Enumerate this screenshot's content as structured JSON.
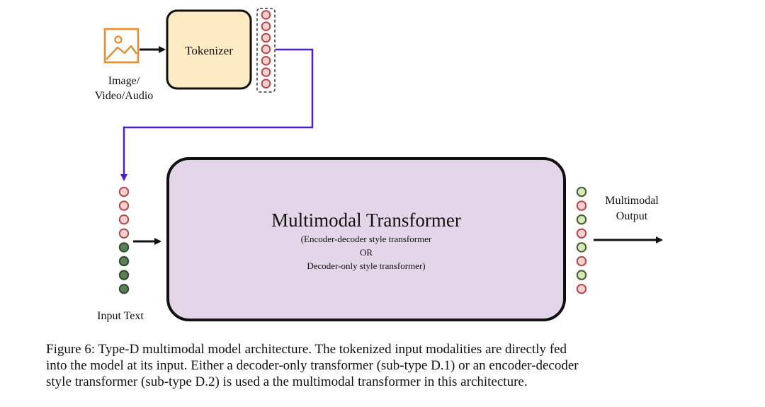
{
  "diagram": {
    "tokenizer_label": "Tokenizer",
    "modality_label_line1": "Image/",
    "modality_label_line2": "Video/Audio",
    "transformer_title": "Multimodal Transformer",
    "transformer_sub1": "(Encoder-decoder style transformer",
    "transformer_sub2": "OR",
    "transformer_sub3": "Decoder-only style transformer)",
    "output_label_line1": "Multimodal",
    "output_label_line2": "Output",
    "input_label": "Input Text",
    "icons": [
      "image-icon"
    ],
    "colors": {
      "tokenizer_fill": "#fdecc3",
      "transformer_fill": "#e4d5e8",
      "token_red": "#f4d1d1",
      "token_red_stroke": "#b5484a",
      "token_green_dark": "#5c7e56",
      "token_green_light": "#d6e9b4",
      "connector": "#4b1ed6",
      "icon_orange": "#e98b2a"
    },
    "tokenizer_tokens": [
      "red",
      "red",
      "red",
      "red",
      "red",
      "red",
      "red"
    ],
    "input_tokens": [
      "red",
      "red",
      "red",
      "red",
      "dark-green",
      "dark-green",
      "dark-green",
      "dark-green"
    ],
    "output_tokens": [
      "light-green",
      "red",
      "light-green",
      "red",
      "light-green",
      "red",
      "light-green",
      "red"
    ]
  },
  "caption": {
    "line1": "Figure 6: Type-D multimodal model architecture. The tokenized input modalities are directly fed",
    "line2": "into the model at its input. Either a decoder-only transformer (sub-type D.1) or an encoder-decoder",
    "line3": "style transformer (sub-type D.2) is used a the multimodal transformer in this architecture."
  }
}
